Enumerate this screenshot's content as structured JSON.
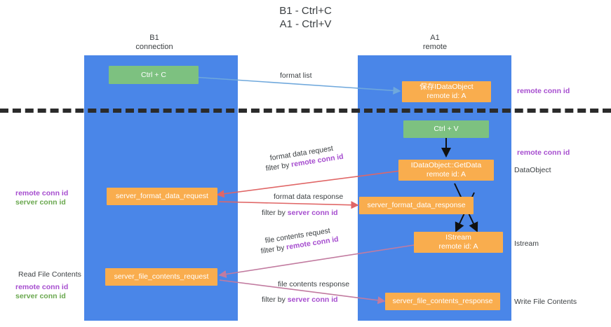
{
  "title": {
    "line1": "B1 - Ctrl+C",
    "line2": "A1 - Ctrl+V"
  },
  "columns": [
    {
      "name": "B1",
      "subtitle": "connection"
    },
    {
      "name": "A1",
      "subtitle": "remote"
    }
  ],
  "colors": {
    "lane": "#4a86e8",
    "process_box": "#f9ad4e",
    "hotkey_box": "#7dc180",
    "remote_conn_id": "#a64dcf",
    "server_conn_id": "#6aa84f",
    "arrow_format_list": "#6fa8dc",
    "arrow_format_data": "#e06666",
    "arrow_file_contents": "#c27ba0",
    "arrow_internal": "#000000",
    "divider": "#2b2b2b"
  },
  "nodes": {
    "ctrl_c": {
      "line1": "Ctrl + C",
      "line2": ""
    },
    "ctrl_v": {
      "line1": "Ctrl + V",
      "line2": ""
    },
    "save_idataobject": {
      "line1": "保存IDataObject",
      "line2": "remote id: A"
    },
    "getdata": {
      "line1": "IDataObject::GetData",
      "line2": "remote id: A"
    },
    "istream": {
      "line1": "IStream",
      "line2": "remote id: A"
    },
    "server_format_data_request": {
      "line1": "server_format_data_request",
      "line2": ""
    },
    "server_format_data_response": {
      "line1": "server_format_data_response",
      "line2": ""
    },
    "server_file_contents_request": {
      "line1": "server_file_contents_request",
      "line2": ""
    },
    "server_file_contents_response": {
      "line1": "server_file_contents_response",
      "line2": ""
    }
  },
  "edge_labels": {
    "format_list": "format list",
    "format_data_request": "format data request",
    "format_data_request_filter_prefix": "filter by ",
    "format_data_request_filter_key": "remote conn id",
    "format_data_response": "format data response",
    "format_data_response_filter_prefix": "filter by ",
    "format_data_response_filter_key": "server conn id",
    "file_contents_request": "file contents request",
    "file_contents_request_filter_prefix": "filter by ",
    "file_contents_request_filter_key": "remote conn id",
    "file_contents_response": "file contents response",
    "file_contents_response_filter_prefix": "filter by ",
    "file_contents_response_filter_key": "server conn id"
  },
  "right_labels": {
    "remote_conn_id_top": "remote conn id",
    "remote_conn_id_mid": "remote conn id",
    "dataobject": "DataObject",
    "istream": "Istream",
    "write_file_contents": "Write File Contents"
  },
  "left_labels": {
    "remote_conn_id": "remote conn id",
    "server_conn_id": "server conn id",
    "read_file_contents": "Read File Contents",
    "remote_conn_id_2": "remote conn id",
    "server_conn_id_2": "server conn id"
  }
}
